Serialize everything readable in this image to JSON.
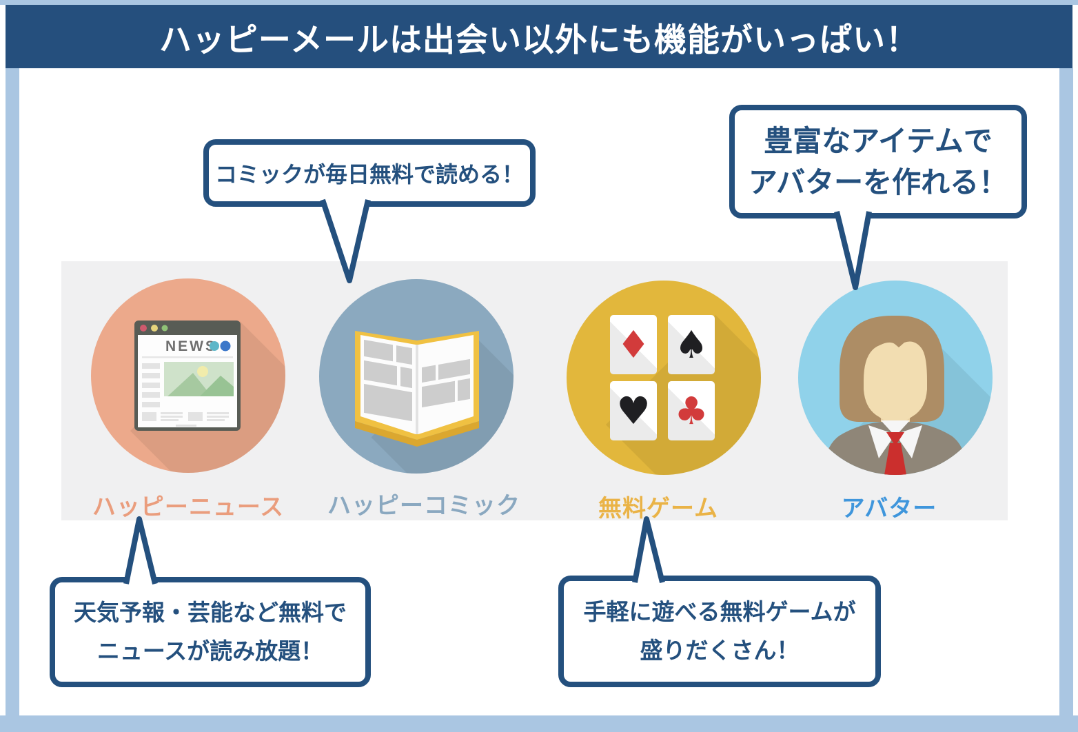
{
  "header": {
    "title": "ハッピーメールは出会い以外にも機能がいっぱい！",
    "bg_color": "#254f7d",
    "text_color": "#ffffff"
  },
  "frame_color": "#aac6e2",
  "panel_color": "#f0f0f1",
  "callout_color": "#24507e",
  "callouts": {
    "comic": {
      "line1": "コミックが毎日無料で読める！"
    },
    "avatar": {
      "line1": "豊富なアイテムで",
      "line2": "アバターを作れる！"
    },
    "news": {
      "line1": "天気予報・芸能など無料で",
      "line2": "ニュースが読み放題！"
    },
    "game": {
      "line1": "手軽に遊べる無料ゲームが",
      "line2": "盛りだくさん！"
    }
  },
  "features": [
    {
      "id": "news",
      "label": "ハッピーニュース",
      "label_color": "#ea9d7d",
      "circle_color": "#eca98b",
      "icon": "news-browser-icon"
    },
    {
      "id": "comic",
      "label": "ハッピーコミック",
      "label_color": "#8aa8c0",
      "circle_color": "#8ba9bf",
      "icon": "comic-book-icon"
    },
    {
      "id": "game",
      "label": "無料ゲーム",
      "label_color": "#eab347",
      "circle_color": "#e2b73c",
      "icon": "playing-cards-icon"
    },
    {
      "id": "avatar",
      "label": "アバター",
      "label_color": "#3f96dc",
      "circle_color": "#90d2ea",
      "icon": "avatar-icon"
    }
  ],
  "news_icon": {
    "text": "NEWS"
  },
  "cards": [
    {
      "suit": "diamond",
      "glyph": "♦",
      "color": "#d23b3b"
    },
    {
      "suit": "spade",
      "glyph": "♠",
      "color": "#1f1f22"
    },
    {
      "suit": "heart",
      "glyph": "♥",
      "color": "#1f1f22"
    },
    {
      "suit": "club",
      "glyph": "♣",
      "color": "#d23b3b"
    }
  ]
}
